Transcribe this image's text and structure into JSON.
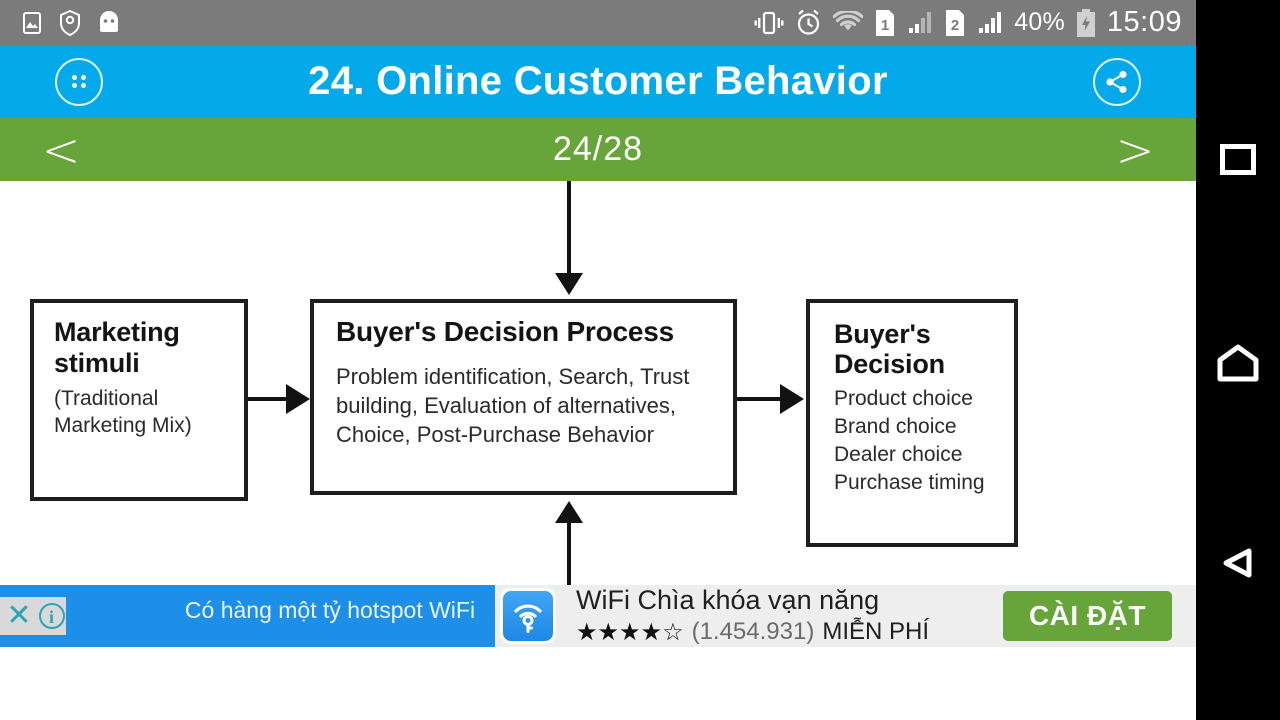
{
  "status_bar": {
    "icons_left": [
      "image-icon",
      "shield-icon",
      "android-robot-icon"
    ],
    "icons_right": [
      "vibrate-icon",
      "alarm-icon",
      "wifi-icon",
      "sim1-icon",
      "signal1-icon",
      "sim2-icon",
      "signal2-icon"
    ],
    "battery_percent": "40%",
    "battery_icon": "battery-charging-icon",
    "clock": "15:09",
    "background_color": "#7b7b7b"
  },
  "title_bar": {
    "grid_icon": "grid-menu-icon",
    "title": "24. Online Customer Behavior",
    "share_icon": "share-icon",
    "background_color": "#03a9e8"
  },
  "nav_bar": {
    "prev_label": "<",
    "counter": "24/28",
    "next_label": ">",
    "background_color": "#67a43a"
  },
  "slide": {
    "ghost_text": "",
    "diagram": {
      "boxes": [
        {
          "name": "marketing-stimuli",
          "title": "Marketing stimuli",
          "body": "(Traditional Marketing Mix)"
        },
        {
          "name": "buyers-decision-process",
          "title": "Buyer's  Decision Process",
          "body": "Problem identification, Search, Trust building, Evaluation of alternatives, Choice, Post-Purchase Behavior"
        },
        {
          "name": "buyers-decision",
          "title": "Buyer's Decision",
          "body": "Product choice\nBrand choice\nDealer choice\nPurchase timing"
        }
      ],
      "arrows": [
        "down-into-process",
        "up-into-process",
        "stimuli-to-process",
        "process-to-decision"
      ]
    }
  },
  "ad": {
    "close_icon": "close-x-icon",
    "info_icon": "info-icon",
    "background_text": "Có hàng một tỷ hotspot WiFi",
    "app_icon": "wifi-key-icon",
    "app_title": "WiFi Chìa khóa vạn năng",
    "stars_filled": 4,
    "stars_total": 5,
    "rating_count": "(1.454.931)",
    "price": "MIỄN PHÍ",
    "cta_label": "CÀI ĐẶT",
    "cta_color": "#67a43a"
  },
  "system_nav": {
    "recents_icon": "recents-square-icon",
    "home_icon": "home-icon",
    "back_icon": "back-triangle-icon",
    "background_color": "#000000"
  }
}
